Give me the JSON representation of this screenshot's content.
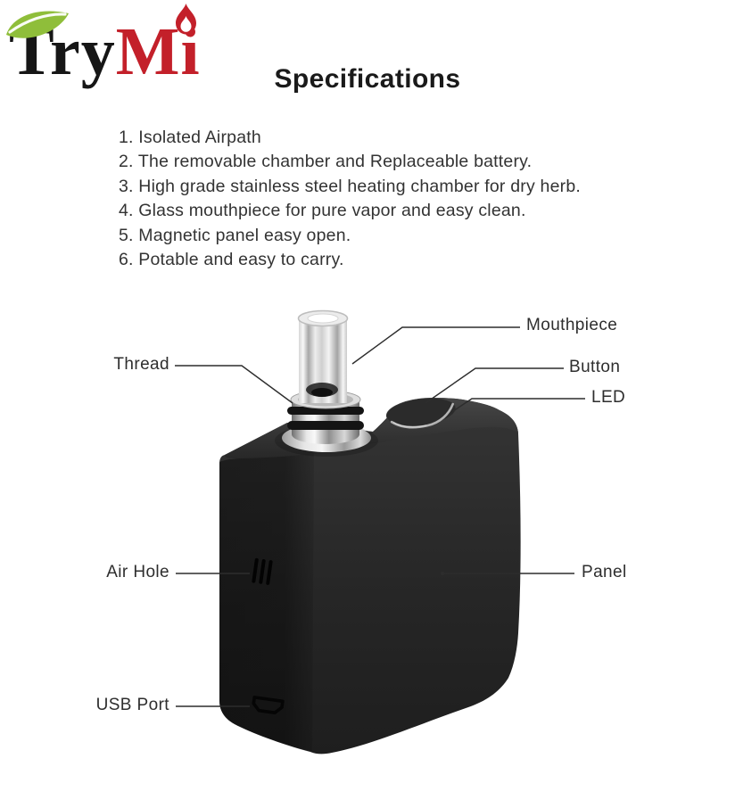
{
  "logo": {
    "text_black": "Try",
    "text_red": "Mi",
    "leaf_color": "#8fbe3a",
    "flame_color": "#c3202a"
  },
  "title": "Specifications",
  "specs": {
    "items": [
      "1. Isolated Airpath",
      "2. The removable chamber and Replaceable battery.",
      "3. High grade stainless steel heating chamber for dry herb.",
      "4. Glass mouthpiece for pure vapor and easy clean.",
      "5. Magnetic panel easy open.",
      "6. Potable and easy to carry."
    ]
  },
  "diagram": {
    "labels": {
      "mouthpiece": "Mouthpiece",
      "thread": "Thread",
      "button": "Button",
      "led": "LED",
      "air_hole": "Air Hole",
      "panel": "Panel",
      "usb_port": "USB Port"
    },
    "device_body_color": "#262626",
    "leader_line_color": "#2d2d2d"
  }
}
